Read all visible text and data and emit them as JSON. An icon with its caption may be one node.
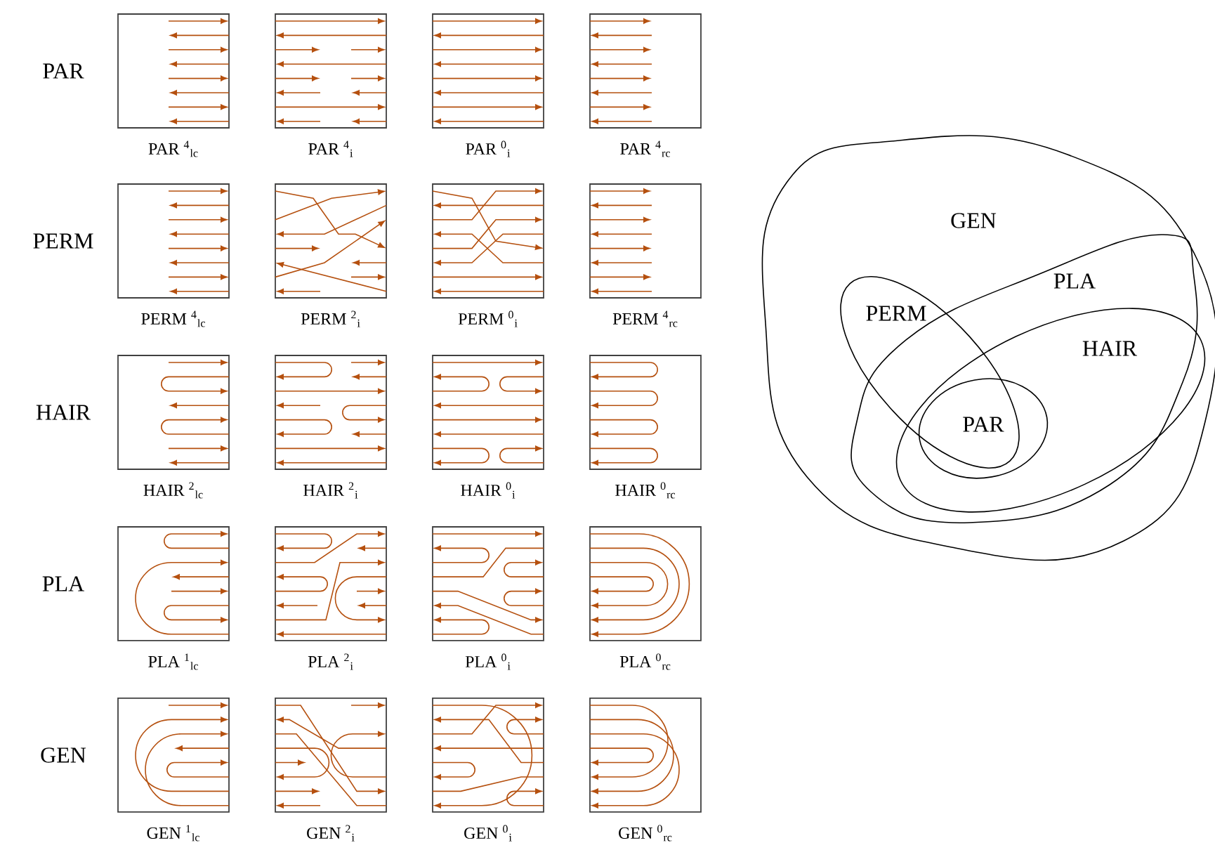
{
  "diagram": {
    "nodes": [
      {
        "text": [
          "GEN"
        ]
      },
      {
        "text": [
          "PLA"
        ],
        "in": 0
      },
      {
        "text": [
          "PERM"
        ],
        "in": 0
      },
      {
        "text": [
          "HAIR"
        ],
        "in": 1
      },
      {
        "text": [
          "PAR"
        ],
        "in": 3
      }
    ],
    "labels": [
      "PAR",
      "PAR $^{4}$$_{lc}$",
      "PAR $^{4}$$_{i}$",
      "PAR $^{0}$$_{i}$",
      "PAR $^{4}$$_{rc}$",
      "PERM",
      "PERM $^{4}$$_{lc}$",
      "PERM $^{2}$$_{i}$",
      "PERM $^{0}$$_{i}$",
      "PERM $^{4}$$_{rc}$",
      "HAIR",
      "HAIR $^{2}$$_{lc}$",
      "HAIR $^{2}$$_{i}$",
      "HAIR $^{0}$$_{i}$",
      "HAIR $^{0}$$_{rc}$",
      "PLA",
      "PLA $^{1}$$_{lc}$",
      "PLA $^{2}$$_{i}$",
      "PLA $^{0}$$_{i}$",
      "PLA $^{0}$$_{rc}$",
      "GEN",
      "GEN $^{1}$$_{lc}$",
      "GEN $^{2}$$_{i}$",
      "GEN $^{0}$$_{i}$",
      "GEN $^{0}$$_{rc}$"
    ]
  }
}
